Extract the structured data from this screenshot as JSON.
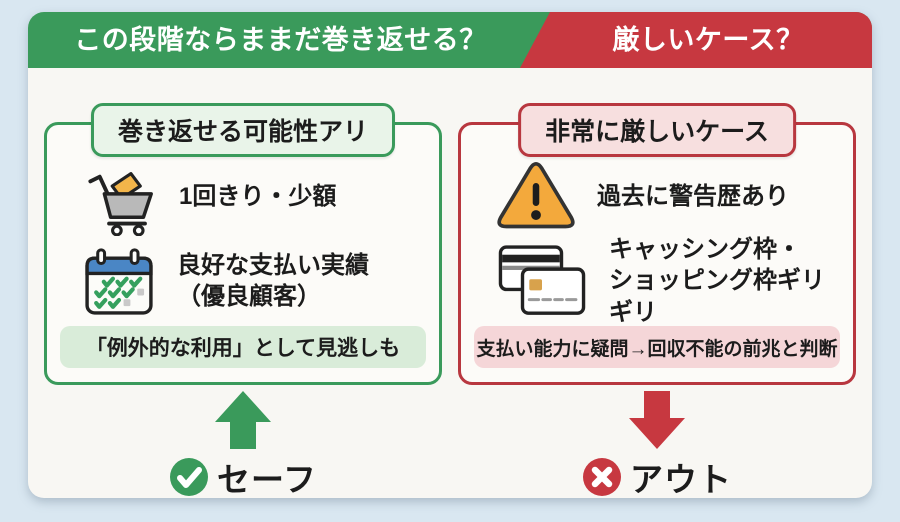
{
  "colors": {
    "background": "#d9e7f1",
    "card": "#f8f7f3",
    "green": "#3a9a5b",
    "red": "#c73840",
    "red_dark": "#b8373f",
    "green_light": "#e9f4e9",
    "red_light": "#f7dfdf",
    "green_note": "#d9ecd9",
    "red_note": "#f5d6d8",
    "text": "#1c1c1c"
  },
  "header": {
    "left_label": "この段階ならままだ巻き返せる？",
    "right_label": "厳しいケース？"
  },
  "left_panel": {
    "title": "巻き返せる可能性アリ",
    "item1": {
      "icon": "shopping-cart-icon",
      "label": "1回きり・少額"
    },
    "item2": {
      "icon": "calendar-icon",
      "line1": "良好な支払い実績",
      "line2": "（優良顧客）"
    },
    "note": "「例外的な利用」として見逃しも",
    "verdict": {
      "icon": "check-circle-icon",
      "label": "セーフ"
    }
  },
  "right_panel": {
    "title": "非常に厳しいケース",
    "item1": {
      "icon": "warning-icon",
      "label": "過去に警告歴あり"
    },
    "item2": {
      "icon": "credit-cards-icon",
      "line1": "キャッシング枠・",
      "line2": "ショッピング枠ギリギリ"
    },
    "note": "支払い能力に疑問→回収不能の前兆と判断",
    "verdict": {
      "icon": "cross-circle-icon",
      "label": "アウト"
    }
  }
}
